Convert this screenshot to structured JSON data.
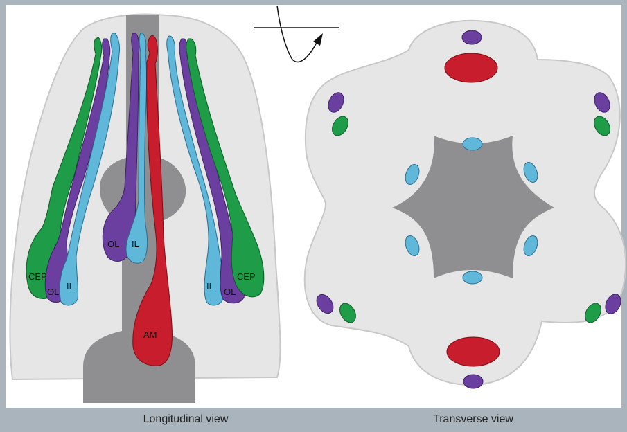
{
  "labels": {
    "cep": "CEP",
    "ol": "OL",
    "il": "IL",
    "am": "AM"
  },
  "captions": {
    "longitudinal": "Longitudinal view",
    "transverse": "Transverse view"
  },
  "colors": {
    "background": "#a9b4bc",
    "body": "#e6e6e7",
    "body_outline": "#c8c8c8",
    "lumen": "#8f8f91",
    "cep": "#1e9c48",
    "ol": "#6b3fa0",
    "il": "#5fb7d9",
    "am": "#c81d2c"
  }
}
